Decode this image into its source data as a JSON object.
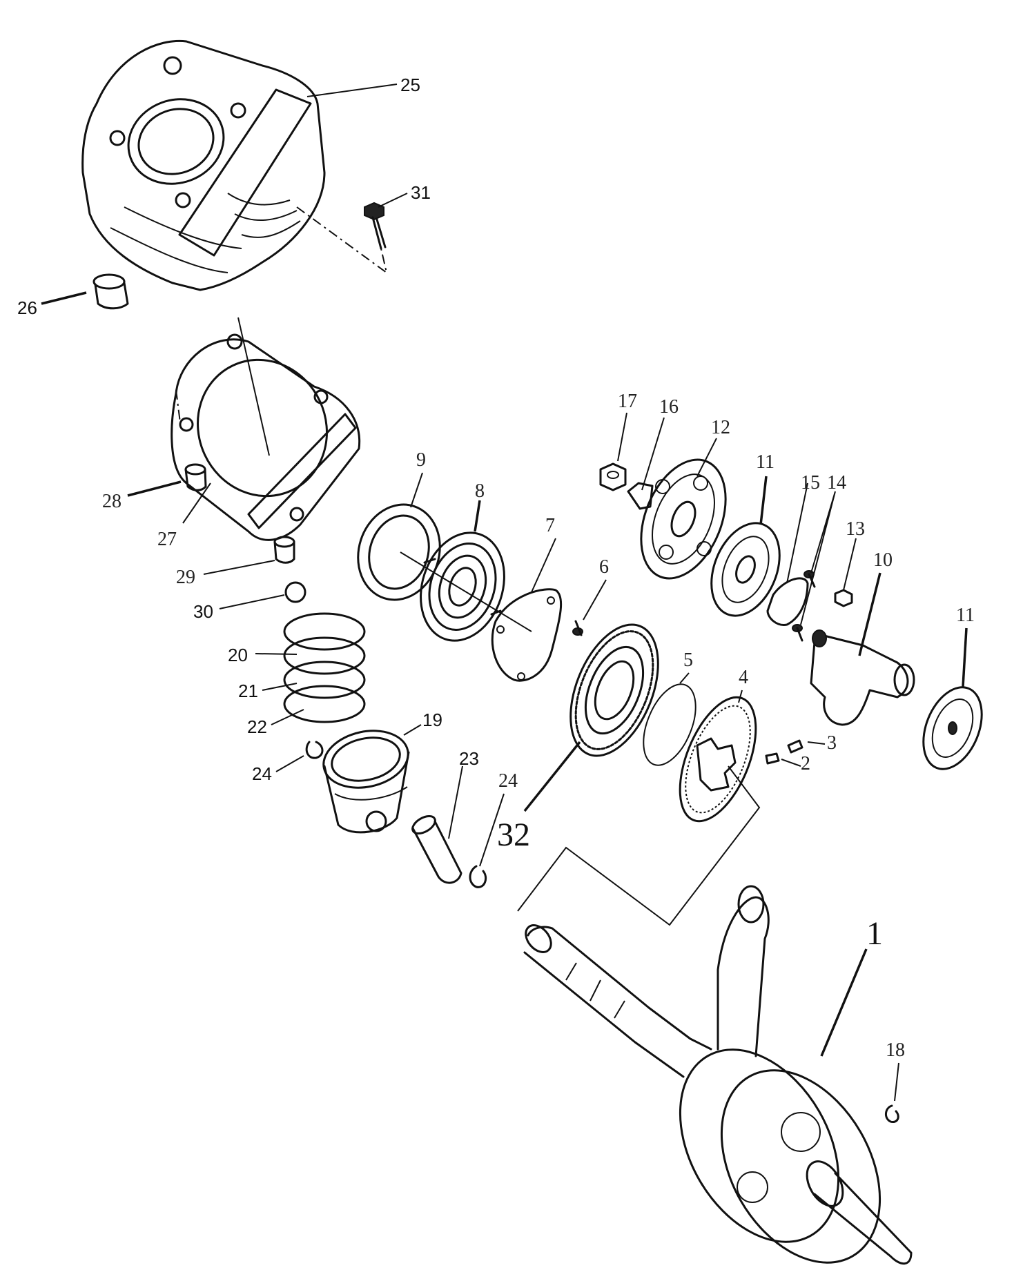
{
  "labels": {
    "p1": "1",
    "p2": "2",
    "p3": "3",
    "p4": "4",
    "p5": "5",
    "p6": "6",
    "p7": "7",
    "p8": "8",
    "p9": "9",
    "p10": "10",
    "p11a": "11",
    "p11b": "11",
    "p12": "12",
    "p13": "13",
    "p14": "14",
    "p15": "15",
    "p16": "16",
    "p17": "17",
    "p18": "18",
    "p19": "19",
    "p20": "20",
    "p21": "21",
    "p22": "22",
    "p23": "23",
    "p24a": "24",
    "p24b": "24",
    "p25": "25",
    "p26": "26",
    "p27": "27",
    "p28": "28",
    "p29": "29",
    "p30": "30",
    "p31": "31",
    "p32": "32"
  }
}
